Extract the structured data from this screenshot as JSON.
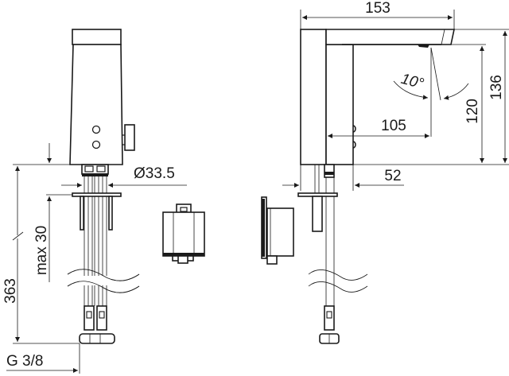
{
  "drawing": {
    "type": "technical-dimension-drawing",
    "subject": "sensor basin faucet",
    "views": [
      "front-view",
      "side-view",
      "control-box-front",
      "control-box-side"
    ]
  },
  "front_view": {
    "dimensions": {
      "total_height": "363",
      "max_thickness": "max  30",
      "diameter": "Ø33.5",
      "thread": "G 3/8"
    }
  },
  "side_view": {
    "dimensions": {
      "spout_length": "153",
      "spout_reach": "105",
      "base_width": "52",
      "spout_height": "120",
      "total_height": "136",
      "angle": "10°"
    }
  },
  "colors": {
    "line": "#1a1a1a",
    "background": "#ffffff"
  }
}
